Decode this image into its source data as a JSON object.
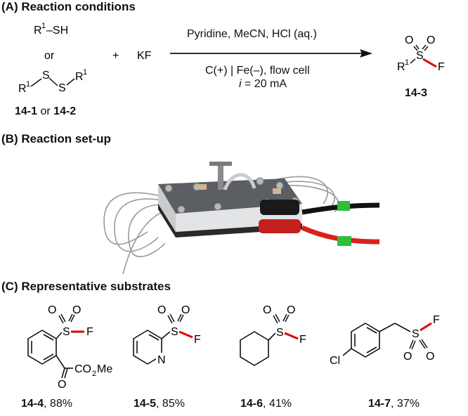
{
  "section_a": {
    "title": "(A) Reaction conditions",
    "reactant_or": "or",
    "reagent_plus": "+",
    "reagent": "KF",
    "label_left_1": "14-1",
    "label_left_mid": "or",
    "label_left_2": "14-2",
    "conditions_above": "Pyridine, MeCN, HCl (aq.)",
    "conditions_below_1": "C(+) | Fe(–), flow cell",
    "conditions_below_2_var": "i",
    "conditions_below_2_rest": " = 20 mA",
    "product_label": "14-3",
    "atoms": {
      "R": "R",
      "one": "1",
      "SH": "–SH",
      "S": "S",
      "O": "O",
      "F": "F"
    }
  },
  "section_b": {
    "title": "(B) Reaction set-up"
  },
  "section_c": {
    "title": "(C) Representative substrates",
    "substrates": [
      {
        "id": "14-4",
        "yield": ", 88%"
      },
      {
        "id": "14-5",
        "yield": ", 85%"
      },
      {
        "id": "14-6",
        "yield": ", 41%"
      },
      {
        "id": "14-7",
        "yield": ", 37%"
      }
    ],
    "atoms": {
      "S": "S",
      "O": "O",
      "F": "F",
      "N": "N",
      "Cl": "Cl",
      "CO": "CO",
      "two": "2",
      "Me": "Me"
    }
  },
  "colors": {
    "bond": "#111111",
    "sf_bond": "#e00000"
  }
}
